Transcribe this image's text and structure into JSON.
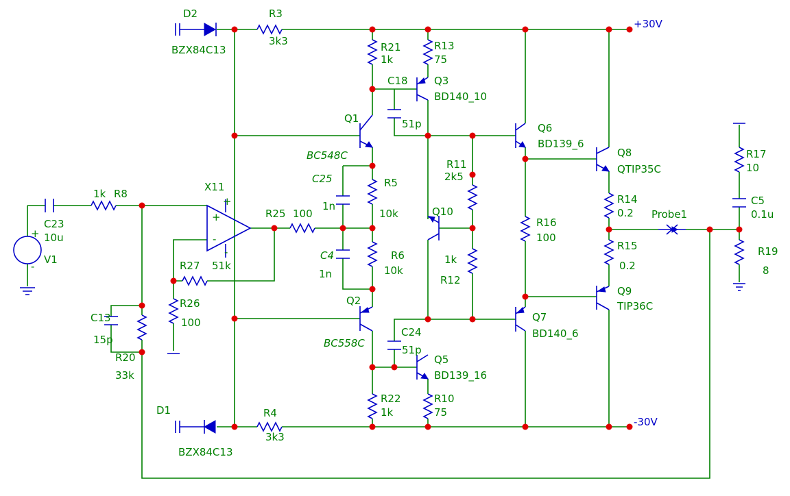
{
  "labels": {
    "d2": "D2",
    "d2_part": "BZX84C13",
    "r3": "R3",
    "r3_val": "3k3",
    "r21": "R21",
    "r21_val": "1k",
    "r13": "R13",
    "r13_val": "75",
    "c18": "C18",
    "q3": "Q3",
    "q3_part": "BD140_10",
    "q1": "Q1",
    "q1_part": "BC548C",
    "c18_val": "51p",
    "q6": "Q6",
    "q6_part": "BD139_6",
    "q8": "Q8",
    "q8_part": "QTIP35C",
    "r11": "R11",
    "r11_val": "2k5",
    "c25": "C25",
    "c25_val": "1n",
    "r5": "R5",
    "r5_val": "10k",
    "x11": "X11",
    "c23": "C23",
    "c23_val": "10u",
    "r8_val": "1k",
    "r8": "R8",
    "r25": "R25",
    "r25_val": "100",
    "q10": "Q10",
    "r16": "R16",
    "r16_val": "100",
    "r14": "R14",
    "r14_val": "0.2",
    "probe": "Probe1",
    "r17": "R17",
    "r17_val": "10",
    "c5": "C5",
    "c5_val": "0.1u",
    "r19": "R19",
    "r19_val": "8",
    "v1": "V1",
    "r27": "R27",
    "r27_val": "51k",
    "c4": "C4",
    "c4_val": "1n",
    "r6": "R6",
    "r6_val": "10k",
    "r12_val": "1k",
    "r12": "R12",
    "r15": "R15",
    "r15_val": "0.2",
    "c13": "C13",
    "c13_val": "15p",
    "r26": "R26",
    "r26_val": "100",
    "q2": "Q2",
    "q2_part": "BC558C",
    "q9": "Q9",
    "q9_part": "TIP36C",
    "c24": "C24",
    "c24_val": "51p",
    "q7": "Q7",
    "q7_part": "BD140_6",
    "r20": "R20",
    "r20_val": "33k",
    "q5": "Q5",
    "q5_part": "BD139_16",
    "d1": "D1",
    "d1_part": "BZX84C13",
    "r4": "R4",
    "r4_val": "3k3",
    "r22": "R22",
    "r22_val": "1k",
    "r10": "R10",
    "r10_val": "75",
    "vpos": "+30V",
    "vneg": "-30V",
    "op_plus": "+",
    "op_minus": "-",
    "v_plus": "+",
    "v_minus": "-"
  },
  "colors": {
    "wire": "#008000",
    "component": "#0000c8",
    "junction": "#e00000",
    "background": "#ffffff"
  }
}
